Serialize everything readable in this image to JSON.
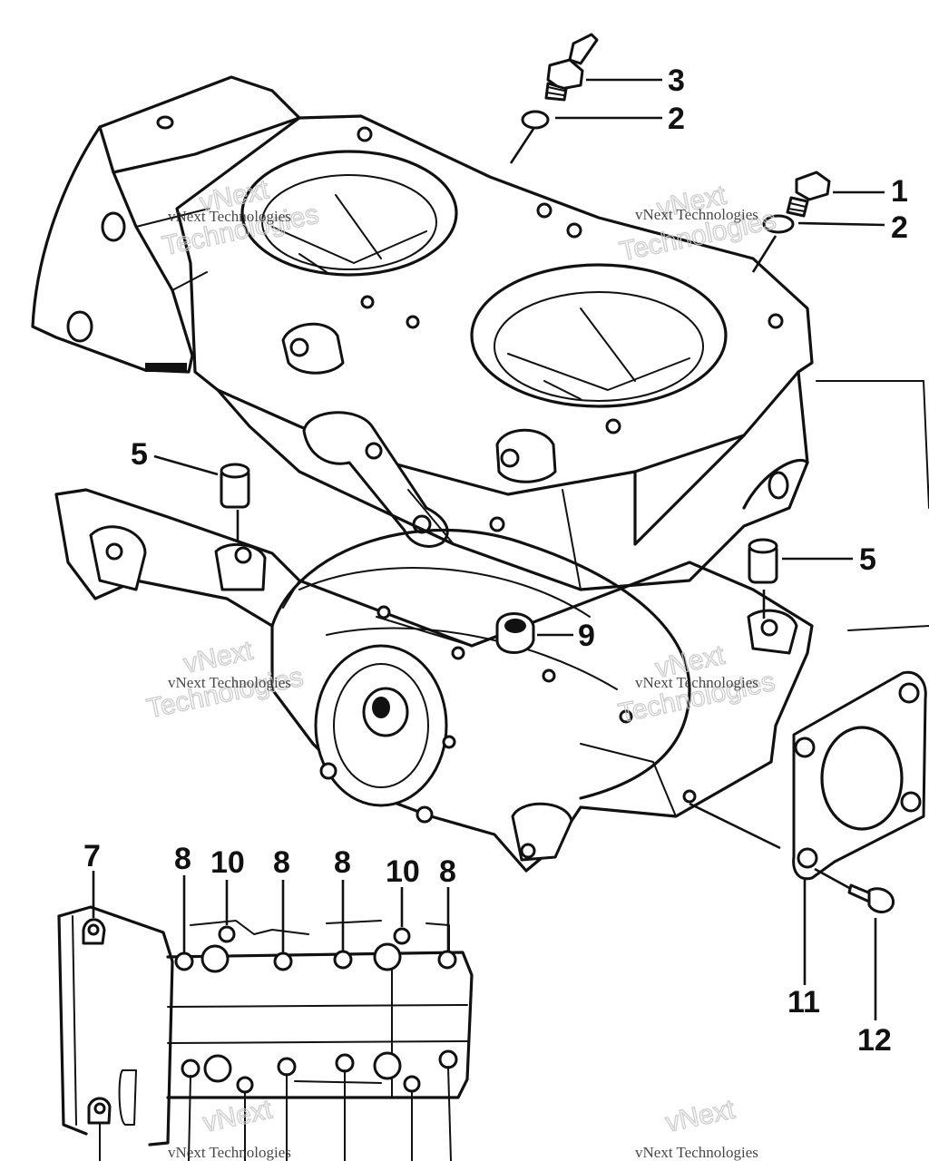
{
  "callouts": [
    {
      "id": "c3",
      "text": "3"
    },
    {
      "id": "c2a",
      "text": "2"
    },
    {
      "id": "c1",
      "text": "1"
    },
    {
      "id": "c2b",
      "text": "2"
    },
    {
      "id": "c5a",
      "text": "5"
    },
    {
      "id": "c5b",
      "text": "5"
    },
    {
      "id": "c9",
      "text": "9"
    },
    {
      "id": "c7",
      "text": "7"
    },
    {
      "id": "c8a",
      "text": "8"
    },
    {
      "id": "c10a",
      "text": "10"
    },
    {
      "id": "c8b",
      "text": "8"
    },
    {
      "id": "c8c",
      "text": "8"
    },
    {
      "id": "c10b",
      "text": "10"
    },
    {
      "id": "c8d",
      "text": "8"
    },
    {
      "id": "c11",
      "text": "11"
    },
    {
      "id": "c12",
      "text": "12"
    }
  ],
  "watermark": {
    "line1": "vNext",
    "line2": "Technologies",
    "small": "vNext Technologies"
  }
}
